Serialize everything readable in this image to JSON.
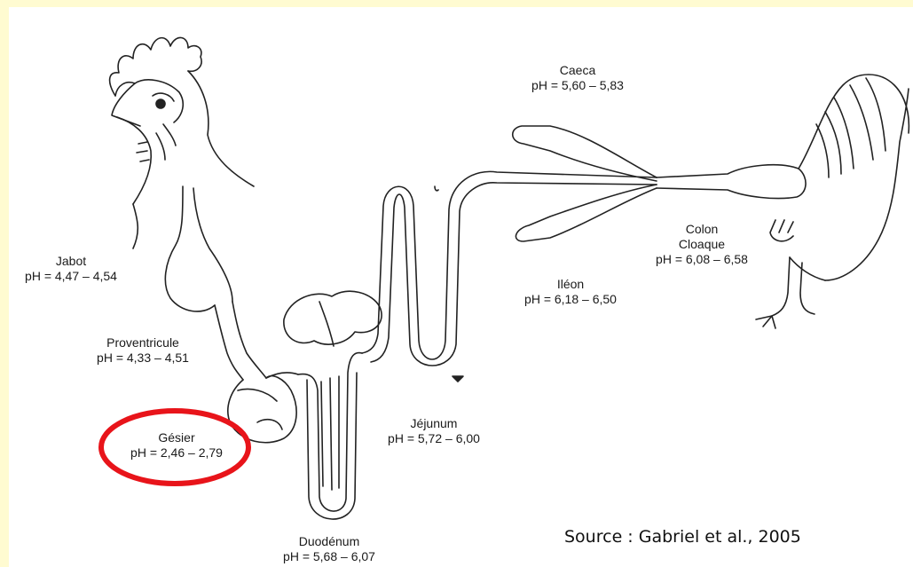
{
  "labels": {
    "jabot": {
      "name": "Jabot",
      "ph": "pH = 4,47 – 4,54"
    },
    "proventricule": {
      "name": "Proventricule",
      "ph": "pH = 4,33 – 4,51"
    },
    "gesier": {
      "name": "Gésier",
      "ph": "pH = 2,46 – 2,79"
    },
    "duodenum": {
      "name": "Duodénum",
      "ph": "pH = 5,68 – 6,07"
    },
    "jejunum": {
      "name": "Jéjunum",
      "ph": "pH = 5,72 – 6,00"
    },
    "ileon": {
      "name": "Iléon",
      "ph": "pH = 6,18 – 6,50"
    },
    "caeca": {
      "name": "Caeca",
      "ph": "pH = 5,60 – 5,83"
    },
    "colon": {
      "name": "Colon",
      "name2": "Cloaque",
      "ph": "pH = 6,08 – 6,58"
    }
  },
  "source": "Source : Gabriel et al., 2005",
  "colors": {
    "highlight": "#e8141a",
    "frame": "#fffbd1",
    "line": "#222222"
  }
}
